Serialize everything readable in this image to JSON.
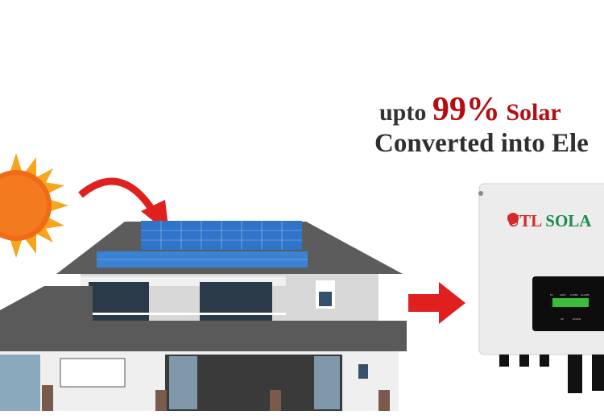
{
  "headline": {
    "prefix": "upto",
    "percent": "99%",
    "highlight": "Solar",
    "line2": "Converted into Ele"
  },
  "inverter": {
    "brand_red": "UTL",
    "brand_green": "SOLA",
    "indicators": [
      "PV",
      "GRID",
      "COMM",
      "ALARM"
    ],
    "buttons": [
      "UP",
      "DOWN"
    ]
  },
  "colors": {
    "accent_red": "#b50d12",
    "sun": "#f47a1f",
    "panel_blue": "#2f74c8",
    "roof": "#5a5a5a"
  }
}
